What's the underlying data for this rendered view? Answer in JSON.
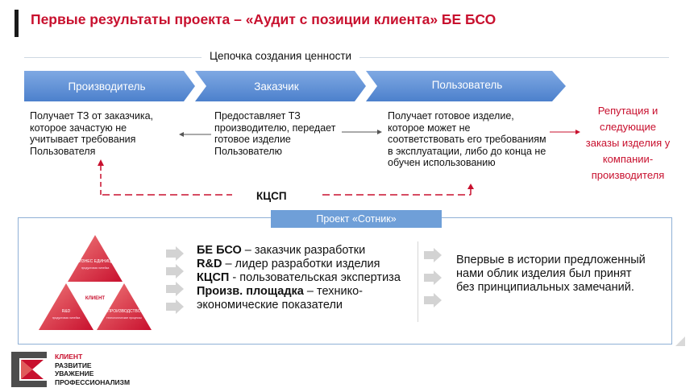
{
  "title": "Первые результаты проекта – «Аудит с позиции клиента» БЕ БСО",
  "chain": {
    "label": "Цепочка создания ценности",
    "steps": [
      "Производитель",
      "Заказчик",
      "Пользователь"
    ],
    "descriptions": [
      "Получает ТЗ от заказчика, которое зачастую не учитывает требования Пользователя",
      "Предоставляет ТЗ производителю, передает готовое изделие Пользователю",
      "Получает готовое изделие, которое может не соответствовать его требованиям в эксплуатации, либо до конца не обучен использованию"
    ],
    "outcome": "Репутация и следующие заказы изделия у компании-производителя",
    "feedback_label": "КЦСП"
  },
  "project": {
    "tab_label": "Проект «Сотник»",
    "triangle": {
      "center": "КЛИЕНТ",
      "top": "БИЗНЕС ЕДИНИЦА",
      "top_sub": "продуктовая линейка",
      "left": "R&D",
      "left_sub": "продуктовая линейка",
      "right": "ПРОИЗВОДСТВО",
      "right_sub": "технологические процессы"
    },
    "roles": [
      {
        "name": "БЕ БСО",
        "text": " – заказчик разработки"
      },
      {
        "name": "R&D",
        "text": " – лидер разработки изделия"
      },
      {
        "name": "КЦСП",
        "text": " -  пользовательская экспертиза"
      },
      {
        "name": "Произв. площадка",
        "text": " – технико-экономические показатели"
      }
    ],
    "result": "Впервые в истории предложенный нами облик изделия был принят без принципиальных замечаний."
  },
  "footer": {
    "values": [
      "КЛИЕНТ",
      "РАЗВИТИЕ",
      "УВАЖЕНИЕ",
      "ПРОФЕССИОНАЛИЗМ"
    ]
  },
  "colors": {
    "accent_red": "#c8102e",
    "arrow_blue": "#5b8fd6",
    "tab_blue": "#6f9fd8"
  }
}
